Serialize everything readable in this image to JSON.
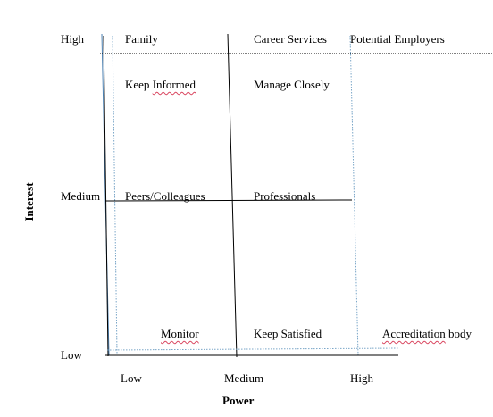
{
  "axes": {
    "y_title": "Interest",
    "x_title": "Power",
    "y_high": "High",
    "y_medium": "Medium",
    "y_low": "Low",
    "x_low": "Low",
    "x_medium": "Medium",
    "x_high": "High"
  },
  "cells": {
    "family": "Family",
    "career_services": "Career Services",
    "potential_employers": "Potential Employers",
    "keep_informed_a": "Keep ",
    "keep_informed_b": "Informed",
    "manage_closely": "Manage Closely",
    "peers_colleagues": "Peers/Colleagues",
    "professionals": "Professionals",
    "monitor": "Monitor",
    "keep_satisfied": "Keep Satisfied",
    "accreditation_a": "Accreditation",
    "accreditation_b": " body"
  },
  "colors": {
    "line_black": "#000000",
    "line_blue": "#7aa6c8",
    "spell_underline": "#d9455f"
  }
}
